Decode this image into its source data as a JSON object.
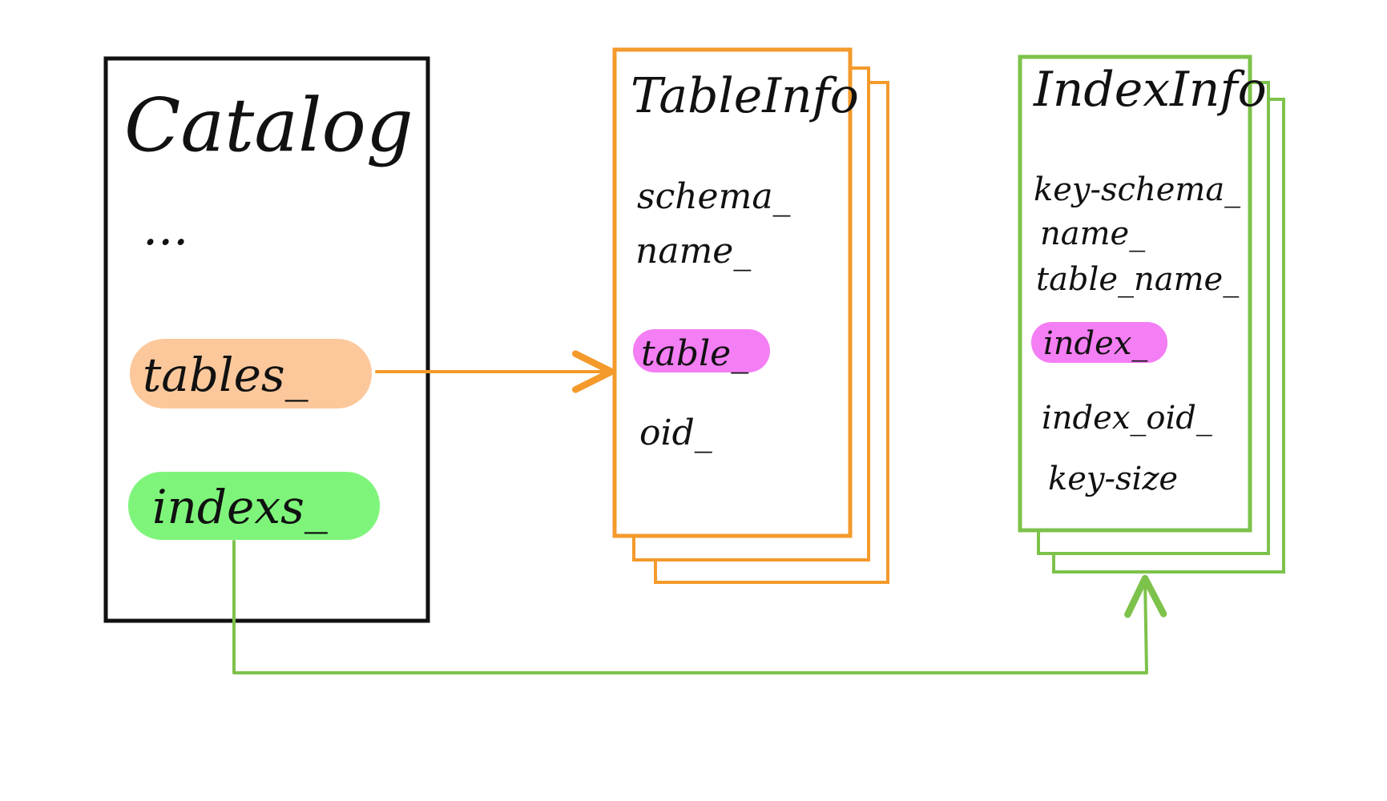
{
  "colors": {
    "catalog_border": "#111111",
    "table_border": "#f39a2b",
    "index_border": "#7dc24b",
    "tables_pill": "#fcc89b",
    "indexs_pill": "#7ef57a",
    "highlight_pill": "#f47ef4",
    "arrow_tables": "#f39a2b",
    "arrow_indexs": "#7dc24b"
  },
  "catalog": {
    "title": "Catalog",
    "ellipsis": "...",
    "tables_label": "tables_",
    "indexs_label": "indexs_"
  },
  "table_info": {
    "title": "TableInfo",
    "fields": [
      "schema_",
      "name_",
      "table_",
      "oid_"
    ],
    "highlighted": "table_"
  },
  "index_info": {
    "title": "IndexInfo",
    "fields": [
      "key-schema_",
      "name_",
      "table_name_",
      "index_",
      "index_oid_",
      "key-size"
    ],
    "highlighted": "index_"
  }
}
